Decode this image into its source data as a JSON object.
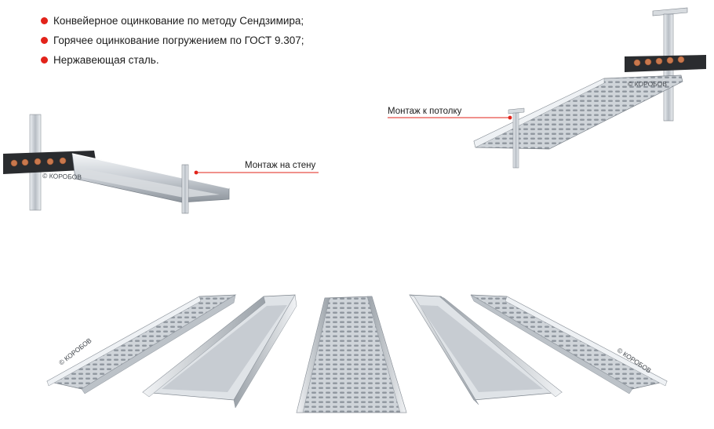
{
  "bullets": [
    {
      "text": "Конвейерное оцинкование по методу Сендзимира;"
    },
    {
      "text": "Горячее оцинкование погружением по ГОСТ 9.307;"
    },
    {
      "text": "Нержавеющая сталь."
    }
  ],
  "callouts": {
    "wall": "Монтаж на стену",
    "ceiling": "Монтаж к потолку"
  },
  "watermarks": {
    "text": "© КОРОБОВ"
  },
  "colors": {
    "accent": "#e2231a",
    "metal_light": "#e9ecef",
    "metal_mid": "#b9bfc6",
    "metal_dark": "#7c838b",
    "copper": "#c9784d"
  }
}
